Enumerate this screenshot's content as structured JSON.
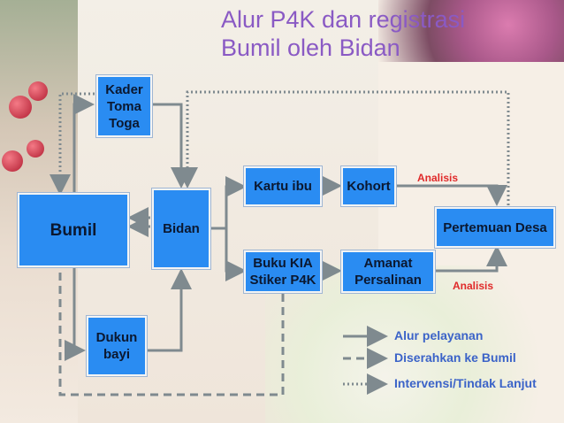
{
  "title": {
    "line1": "Alur P4K dan registrasi",
    "line2": "Bumil oleh Bidan"
  },
  "nodes": {
    "kader": [
      "Kader",
      "Toma",
      "Toga"
    ],
    "bumil": "Bumil",
    "bidan": "Bidan",
    "kartu_ibu": "Kartu ibu",
    "kohort": "Kohort",
    "buku_kia": [
      "Buku KIA",
      "Stiker P4K"
    ],
    "amanat": [
      "Amanat",
      "Persalinan"
    ],
    "pertemuan": "Pertemuan Desa",
    "dukun": [
      "Dukun",
      "bayi"
    ]
  },
  "annotations": {
    "analisis_top": "Analisis",
    "analisis_bottom": "Analisis"
  },
  "legend": {
    "solid": "Alur pelayanan",
    "dashed": "Diserahkan ke Bumil",
    "dotted": "Intervensi/Tindak Lanjut"
  },
  "colors": {
    "box": "#2a8cf2",
    "title": "#8a5ac4",
    "legend": "#3b63c8",
    "annotation": "#e02a2a",
    "line": "#7f8a8f"
  }
}
